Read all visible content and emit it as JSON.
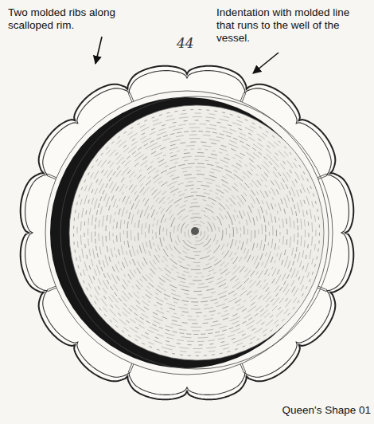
{
  "diagram": {
    "caption": "Queen's Shape 01",
    "labels": [
      "Two molded ribs along scalloped rim.",
      "Indentation with molded line that runs to the well of the vessel.",
      "44"
    ]
  }
}
